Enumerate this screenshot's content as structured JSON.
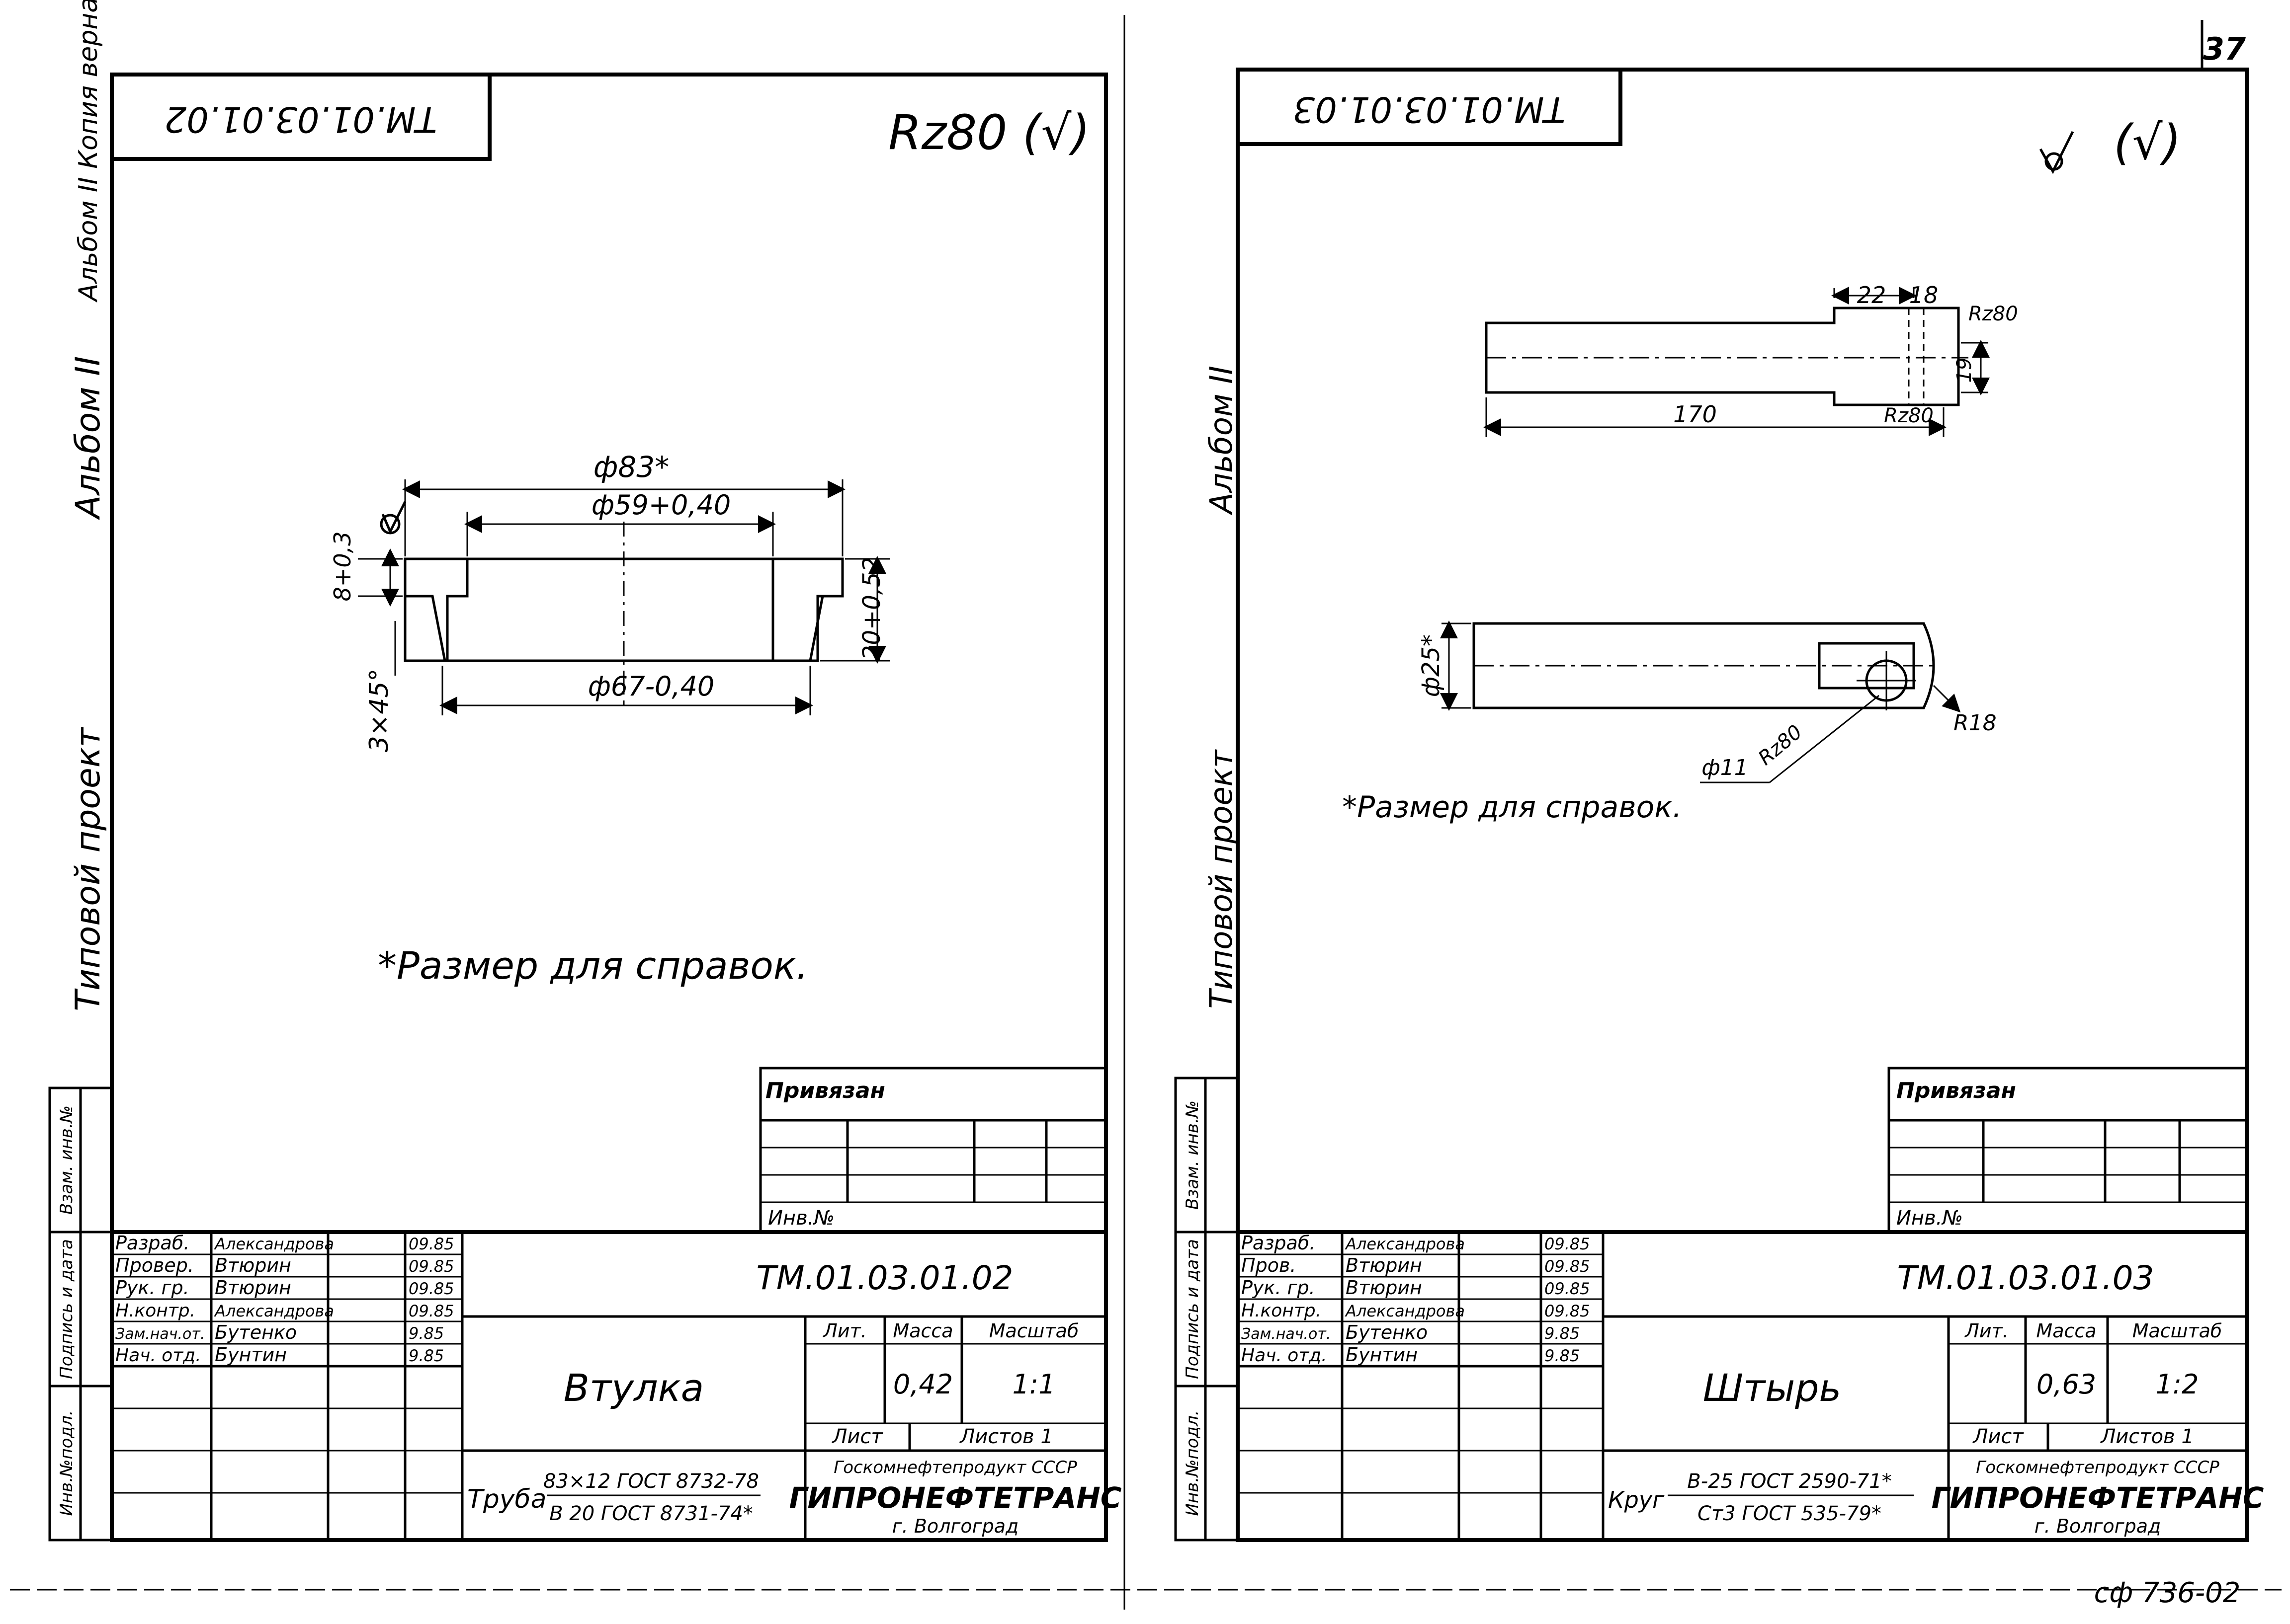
{
  "page_number": "37",
  "bottom_code": "сф 736-02",
  "left_margin_note": "Альбом II  Копия верна",
  "left_sheet": {
    "side_label_project": "Типовой проект",
    "side_label_album": "Альбом II",
    "upside_down_code": "ТМ.01.03.01.02",
    "roughness_symbol": "Rz80 (√)",
    "dims": {
      "d83": "ф83*",
      "d59": "ф59+0,40",
      "d67": "ф67-0,40",
      "h8": "8+0,3",
      "h20": "20+0,52",
      "chamfer": "3×45°"
    },
    "note": "*Размер для справок.",
    "privyazan": "Привязан",
    "inv_no": "Инв.№",
    "stamp_side": [
      "Инв.№подл.",
      "Подпись и дата",
      "Взам. инв.№"
    ],
    "roles": [
      {
        "role": "Разраб.",
        "name": "Александрова",
        "date": "09.85"
      },
      {
        "role": "Провер.",
        "name": "Втюрин",
        "date": "09.85"
      },
      {
        "role": "Рук. гр.",
        "name": "Втюрин",
        "date": "09.85"
      },
      {
        "role": "Н.контр.",
        "name": "Александрова",
        "date": "09.85"
      },
      {
        "role": "Зам.нач.от.",
        "name": "Бутенко",
        "date": "9.85"
      },
      {
        "role": "Нач. отд.",
        "name": "Бунтин",
        "date": "9.85"
      }
    ],
    "code": "ТМ.01.03.01.02",
    "title": "Втулка",
    "lit": "Лит.",
    "mass_label": "Масса",
    "scale_label": "Масштаб",
    "mass": "0,42",
    "scale": "1:1",
    "sheet": "Лист",
    "sheets": "Листов 1",
    "material_prefix": "Труба",
    "material_top": "83×12 ГОСТ 8732-78",
    "material_bottom": "В 20 ГОСТ 8731-74*",
    "org_top": "Госкомнефтепродукт СССР",
    "org_name": "ГИПРОНЕФТЕТРАНС",
    "org_city": "г. Волгоград"
  },
  "right_sheet": {
    "side_label_project": "Типовой проект",
    "side_label_album": "Альбом II",
    "upside_down_code": "ТМ.01.03.01.03",
    "roughness_symbol": "(√)",
    "dims": {
      "d22": "22",
      "d18": "18",
      "rz_top": "Rz80",
      "d19": "19",
      "d170": "170",
      "rz_mid": "Rz80",
      "d25": "ф25*",
      "rz_hole": "Rz80",
      "d11": "ф11",
      "r18": "R18"
    },
    "note": "*Размер для справок.",
    "privyazan": "Привязан",
    "inv_no": "Инв.№",
    "stamp_side": [
      "Инв.№подл.",
      "Подпись и дата",
      "Взам. инв.№"
    ],
    "roles": [
      {
        "role": "Разраб.",
        "name": "Александрова",
        "date": "09.85"
      },
      {
        "role": "Пров.",
        "name": "Втюрин",
        "date": "09.85"
      },
      {
        "role": "Рук. гр.",
        "name": "Втюрин",
        "date": "09.85"
      },
      {
        "role": "Н.контр.",
        "name": "Александрова",
        "date": "09.85"
      },
      {
        "role": "Зам.нач.от.",
        "name": "Бутенко",
        "date": "9.85"
      },
      {
        "role": "Нач. отд.",
        "name": "Бунтин",
        "date": "9.85"
      }
    ],
    "code": "ТМ.01.03.01.03",
    "title": "Штырь",
    "lit": "Лит.",
    "mass_label": "Масса",
    "scale_label": "Масштаб",
    "mass": "0,63",
    "scale": "1:2",
    "sheet": "Лист",
    "sheets": "Листов 1",
    "material_prefix": "Круг",
    "material_top": "В-25 ГОСТ 2590-71*",
    "material_bottom": "Ст3 ГОСТ 535-79*",
    "org_top": "Госкомнефтепродукт СССР",
    "org_name": "ГИПРОНЕФТЕТРАНС",
    "org_city": "г. Волгоград"
  }
}
